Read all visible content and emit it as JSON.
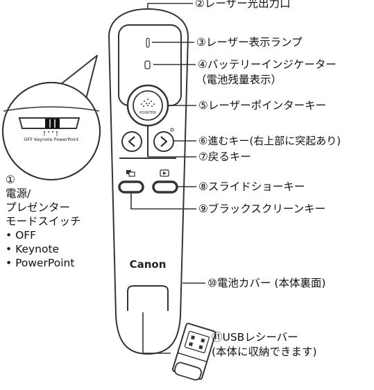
{
  "callouts": [
    {
      "id": "2",
      "text": "②レーザー光出力口"
    },
    {
      "id": "3",
      "text": "③レーザー表示ランプ"
    },
    {
      "id": "4",
      "text": "④バッテリーインジケーター"
    },
    {
      "id": "4b",
      "text": "（電池残量表示）"
    },
    {
      "id": "5",
      "text": "⑤レーザーポインターキー"
    },
    {
      "id": "6",
      "text": "⑥進むキー(右上部に突起あり)"
    },
    {
      "id": "7",
      "text": "⑦戻るキー"
    },
    {
      "id": "8",
      "text": "⑧スライドショーキー"
    },
    {
      "id": "9",
      "text": "⑨ブラックスクリーンキー"
    },
    {
      "id": "10",
      "text": "⑩電池カバー (本体裏面)"
    },
    {
      "id": "11a",
      "text": "⑪USBレシーバー"
    },
    {
      "id": "11b",
      "text": "(本体に収納できます)"
    }
  ],
  "switch_panel": {
    "number": "①",
    "line1": "電源/",
    "line2": "プレゼンター",
    "line3": "モードスイッチ",
    "modes": [
      "• OFF",
      "• Keynote",
      "• PowerPoint"
    ],
    "inset_text": "OFF Keynote PowerPoint"
  },
  "device": {
    "brand": "Canon",
    "pointer_key_label": "POINTER"
  },
  "colors": {
    "outline": "#333333",
    "fill": "#ffffff",
    "text": "#111111"
  }
}
